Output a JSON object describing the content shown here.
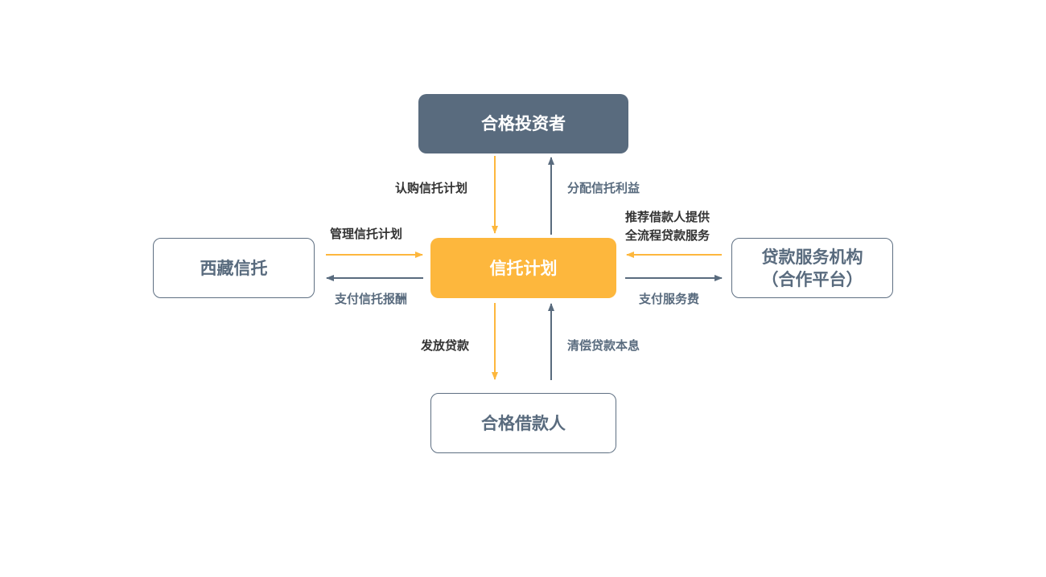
{
  "nodes": {
    "investor": "合格投资者",
    "trust_plan": "信托计划",
    "tibet_trust": "西藏信托",
    "service_org_line1": "贷款服务机构",
    "service_org_line2": "（合作平台）",
    "borrower": "合格借款人"
  },
  "edges": {
    "subscribe": "认购信托计划",
    "distribute": "分配信托利益",
    "manage": "管理信托计划",
    "pay_reward": "支付信托报酬",
    "recommend_line1": "推荐借款人提供",
    "recommend_line2": "全流程贷款服务",
    "pay_service_fee": "支付服务费",
    "issue_loan": "发放贷款",
    "repay": "清偿贷款本息"
  },
  "colors": {
    "slate": "#596b7e",
    "orange": "#fdb73d",
    "text": "#333333"
  }
}
